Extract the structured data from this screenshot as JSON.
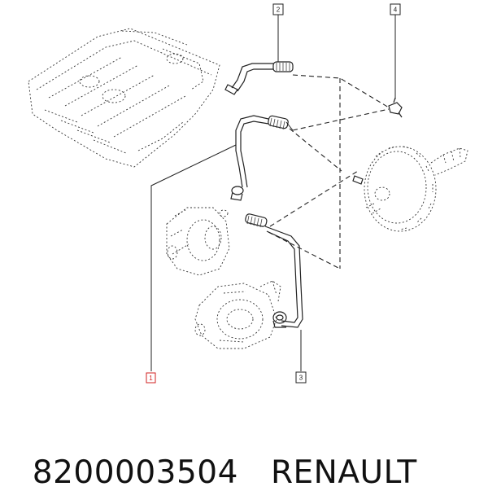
{
  "callouts": [
    {
      "id": "1",
      "label": "1",
      "highlight": true
    },
    {
      "id": "2",
      "label": "2",
      "highlight": false
    },
    {
      "id": "3",
      "label": "3",
      "highlight": false
    },
    {
      "id": "4",
      "label": "4",
      "highlight": false
    }
  ],
  "caption": {
    "part_number": "8200003504",
    "brand": "RENAULT"
  },
  "colors": {
    "highlight": "#d02020",
    "line": "#222222",
    "background": "#ffffff"
  }
}
